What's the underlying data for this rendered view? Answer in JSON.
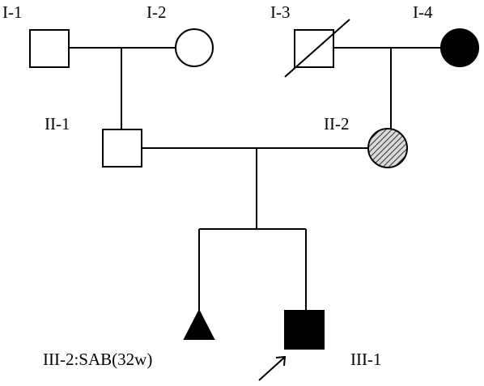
{
  "pedigree": {
    "individuals": [
      {
        "id": "I-1",
        "label": "I-1",
        "sex": "male",
        "status": "unaffected",
        "deceased": false
      },
      {
        "id": "I-2",
        "label": "I-2",
        "sex": "female",
        "status": "unaffected",
        "deceased": false
      },
      {
        "id": "I-3",
        "label": "I-3",
        "sex": "male",
        "status": "unaffected",
        "deceased": true
      },
      {
        "id": "I-4",
        "label": "I-4",
        "sex": "female",
        "status": "affected",
        "deceased": false
      },
      {
        "id": "II-1",
        "label": "II-1",
        "sex": "male",
        "status": "unaffected",
        "deceased": false
      },
      {
        "id": "II-2",
        "label": "II-2",
        "sex": "female",
        "status": "carrier",
        "deceased": false
      },
      {
        "id": "III-1",
        "label": "III-1",
        "sex": "male",
        "status": "affected",
        "deceased": false,
        "proband": true
      },
      {
        "id": "III-2",
        "label": "III-2:SAB(32w)",
        "sex": "unknown",
        "status": "affected",
        "deceased": false,
        "pregnancy_loss": true
      }
    ],
    "colors": {
      "line": "#000000",
      "affected_fill": "#000000",
      "unaffected_fill": "#ffffff",
      "carrier_hatch_bg": "#d9d9d9"
    }
  }
}
